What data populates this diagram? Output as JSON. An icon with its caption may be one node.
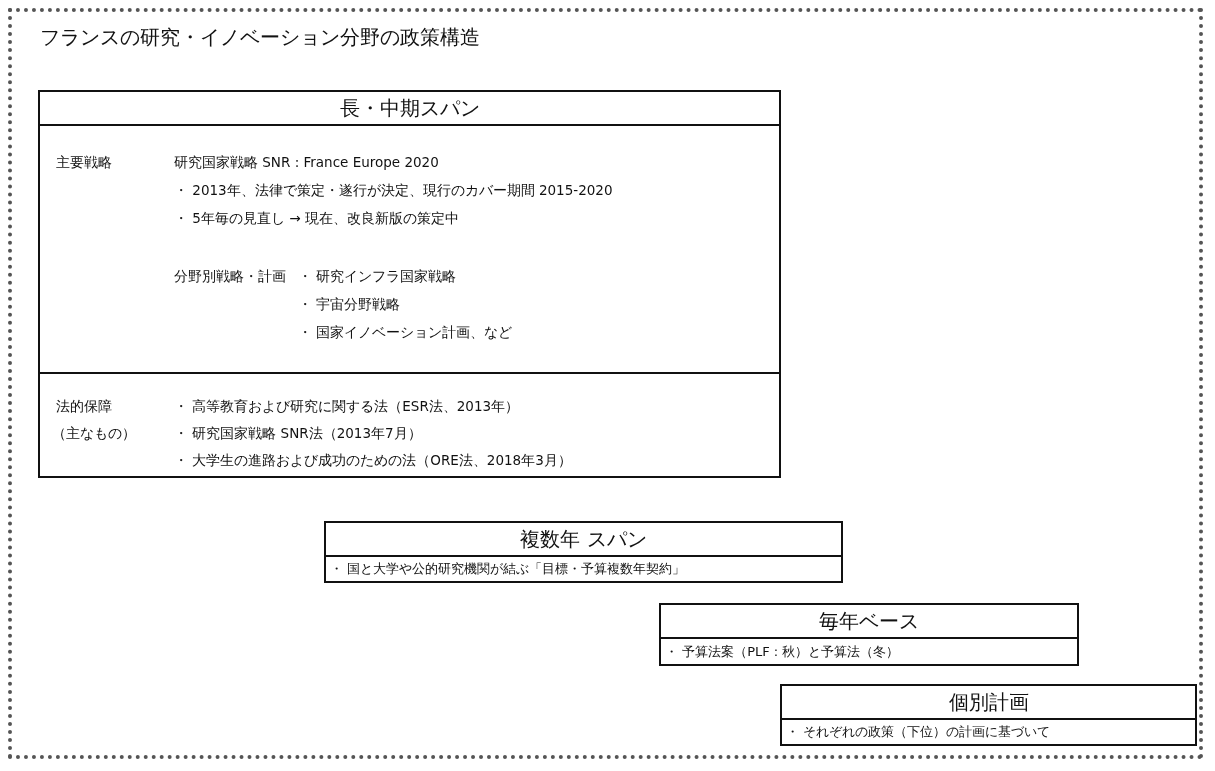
{
  "diagram": {
    "title": "フランスの研究・イノベーション分野の政策構造",
    "nodes": [
      {
        "text": [
          "長・中期スパン"
        ]
      },
      {
        "text": [
          "主要戦略",
          "研究国家戦略 SNR : France Europe 2020",
          "・ 2013年、法律で策定・遂行が決定、現行のカバー期間 2015-2020",
          "・ 5年毎の見直し → 現在、改良新版の策定中",
          "分野別戦略・計画",
          "・ 研究インフラ国家戦略",
          "・ 宇宙分野戦略",
          "・ 国家イノベーション計画、など"
        ],
        "in": 0
      },
      {
        "text": [
          "法的保障",
          "（主なもの）",
          "・ 高等教育および研究に関する法（ESR法、2013年）",
          "・ 研究国家戦略 SNR法（2013年7月）",
          "・ 大学生の進路および成功のための法（ORE法、2018年3月）"
        ],
        "in": 0
      },
      {
        "text": [
          "複数年 スパン",
          "・ 国と大学や公的研究機関が結ぶ「目標・予算複数年契約」"
        ]
      },
      {
        "text": [
          "毎年ベース",
          "・ 予算法案（PLF : 秋）と予算法（冬）"
        ]
      },
      {
        "text": [
          "個別計画",
          "・ それぞれの政策（下位）の計画に基づいて"
        ]
      }
    ]
  }
}
